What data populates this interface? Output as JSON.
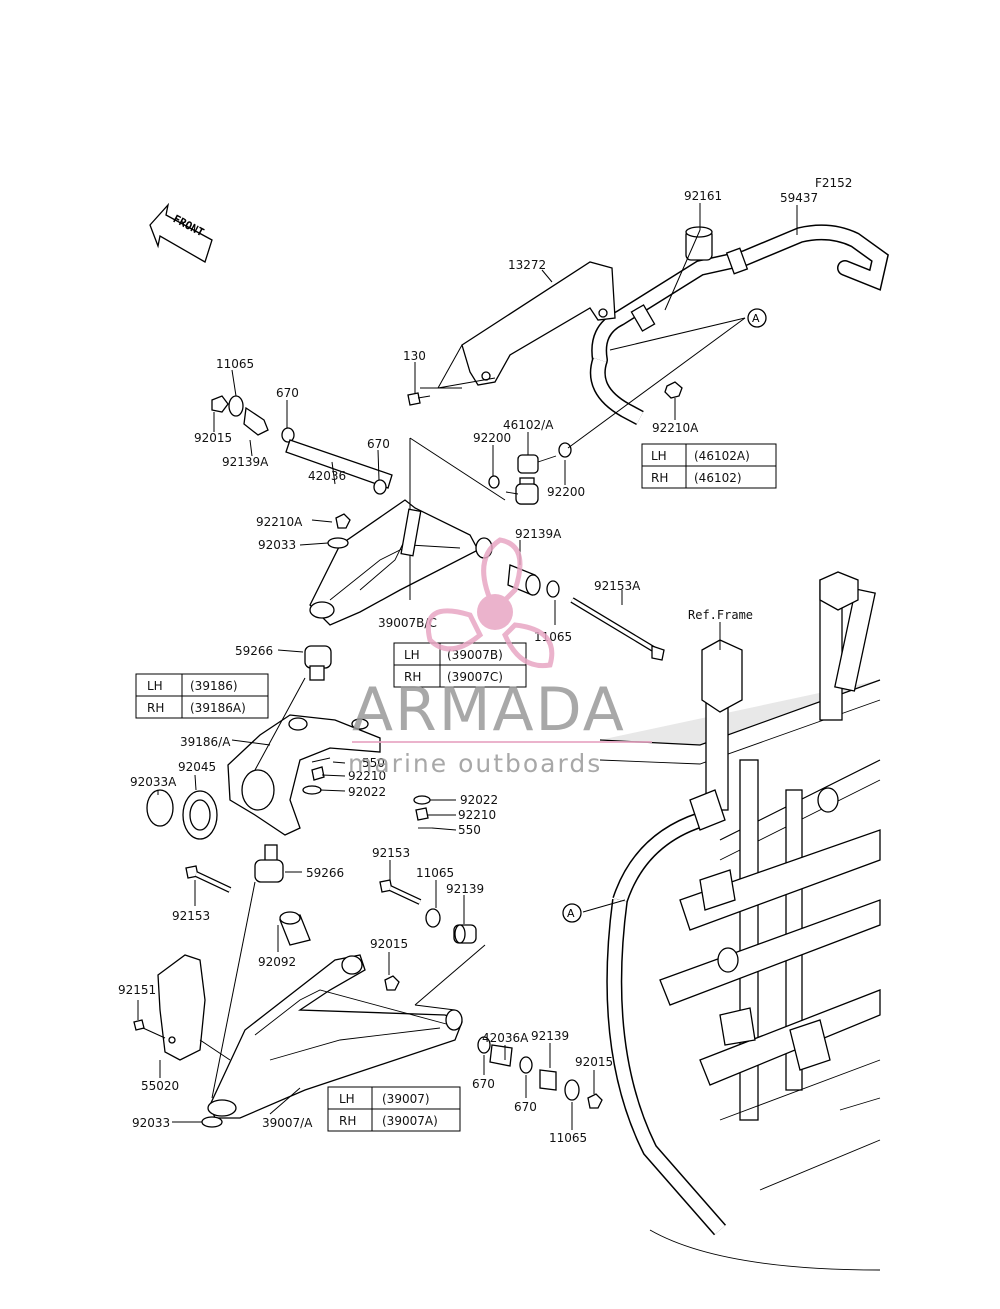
{
  "figure_code": "F2152",
  "front_label": "FRONT",
  "ref_frame_label": "Ref.Frame",
  "callout_letter": "A",
  "watermark": {
    "brand": "ARMADA",
    "tagline": "marine outboards",
    "color": "#e8a6c4"
  },
  "labels": {
    "p92161": "92161",
    "p59437": "59437",
    "p13272": "13272",
    "p130": "130",
    "p11065_top": "11065",
    "p670_top": "670",
    "p92015_top": "92015",
    "p92139A_top": "92139A",
    "p42036": "42036",
    "p670_mid": "670",
    "p92200_a": "92200",
    "p46102A": "46102/A",
    "p92200_b": "92200",
    "p92210A_top": "92210A",
    "p92210A_mid": "92210A",
    "p92033_top": "92033",
    "p92139A_mid": "92139A",
    "p39007BC": "39007B/C",
    "p11065_mid": "11065",
    "p92153A": "92153A",
    "p59266_top": "59266",
    "p39186A": "39186/A",
    "p550_a": "550",
    "p92210_a": "92210",
    "p92022_a": "92022",
    "p92045": "92045",
    "p92033A": "92033A",
    "p92022_b": "92022",
    "p92210_b": "92210",
    "p550_b": "550",
    "p59266_bot": "59266",
    "p92153_right": "92153",
    "p11065_low": "11065",
    "p92139_low": "92139",
    "p92153_left": "92153",
    "p92092": "92092",
    "p92015_low": "92015",
    "p92151": "92151",
    "p42036A": "42036A",
    "p92139_bot": "92139",
    "p92015_bot": "92015",
    "p55020": "55020",
    "p670_bot_a": "670",
    "p670_bot_b": "670",
    "p92033_bot": "92033",
    "p39007A": "39007/A",
    "p11065_bot": "11065"
  },
  "tables": {
    "t46102": [
      {
        "side": "LH",
        "part": "(46102A)"
      },
      {
        "side": "RH",
        "part": "(46102)"
      }
    ],
    "t39007BC": [
      {
        "side": "LH",
        "part": "(39007B)"
      },
      {
        "side": "RH",
        "part": "(39007C)"
      }
    ],
    "t39186": [
      {
        "side": "LH",
        "part": "(39186)"
      },
      {
        "side": "RH",
        "part": "(39186A)"
      }
    ],
    "t39007": [
      {
        "side": "LH",
        "part": "(39007)"
      },
      {
        "side": "RH",
        "part": "(39007A)"
      }
    ]
  }
}
